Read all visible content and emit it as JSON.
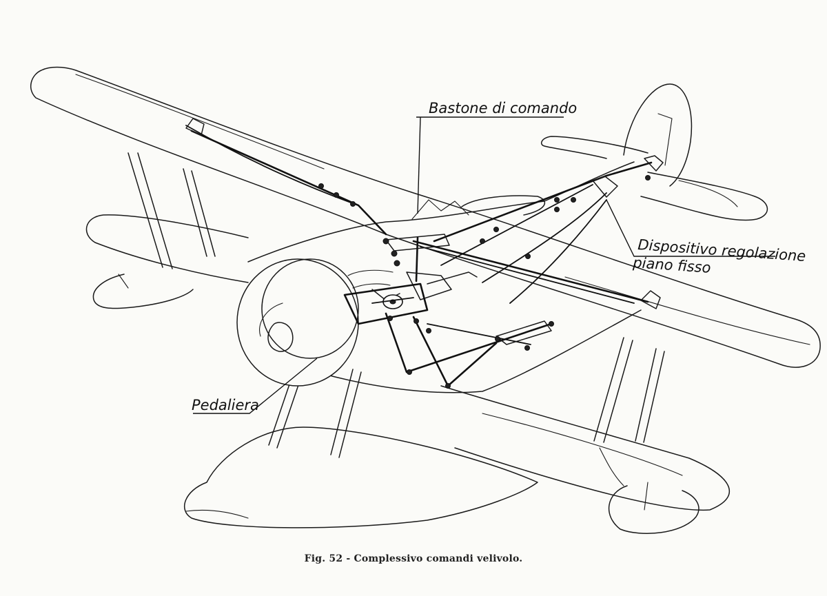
{
  "labels": {
    "stick": "Bastone di comando",
    "adjuster_line1": "Dispositivo regolazione",
    "adjuster_line2": "piano fisso",
    "pedals": "Pedaliera"
  },
  "caption": "Fig. 52 - Complessivo comandi velivolo."
}
